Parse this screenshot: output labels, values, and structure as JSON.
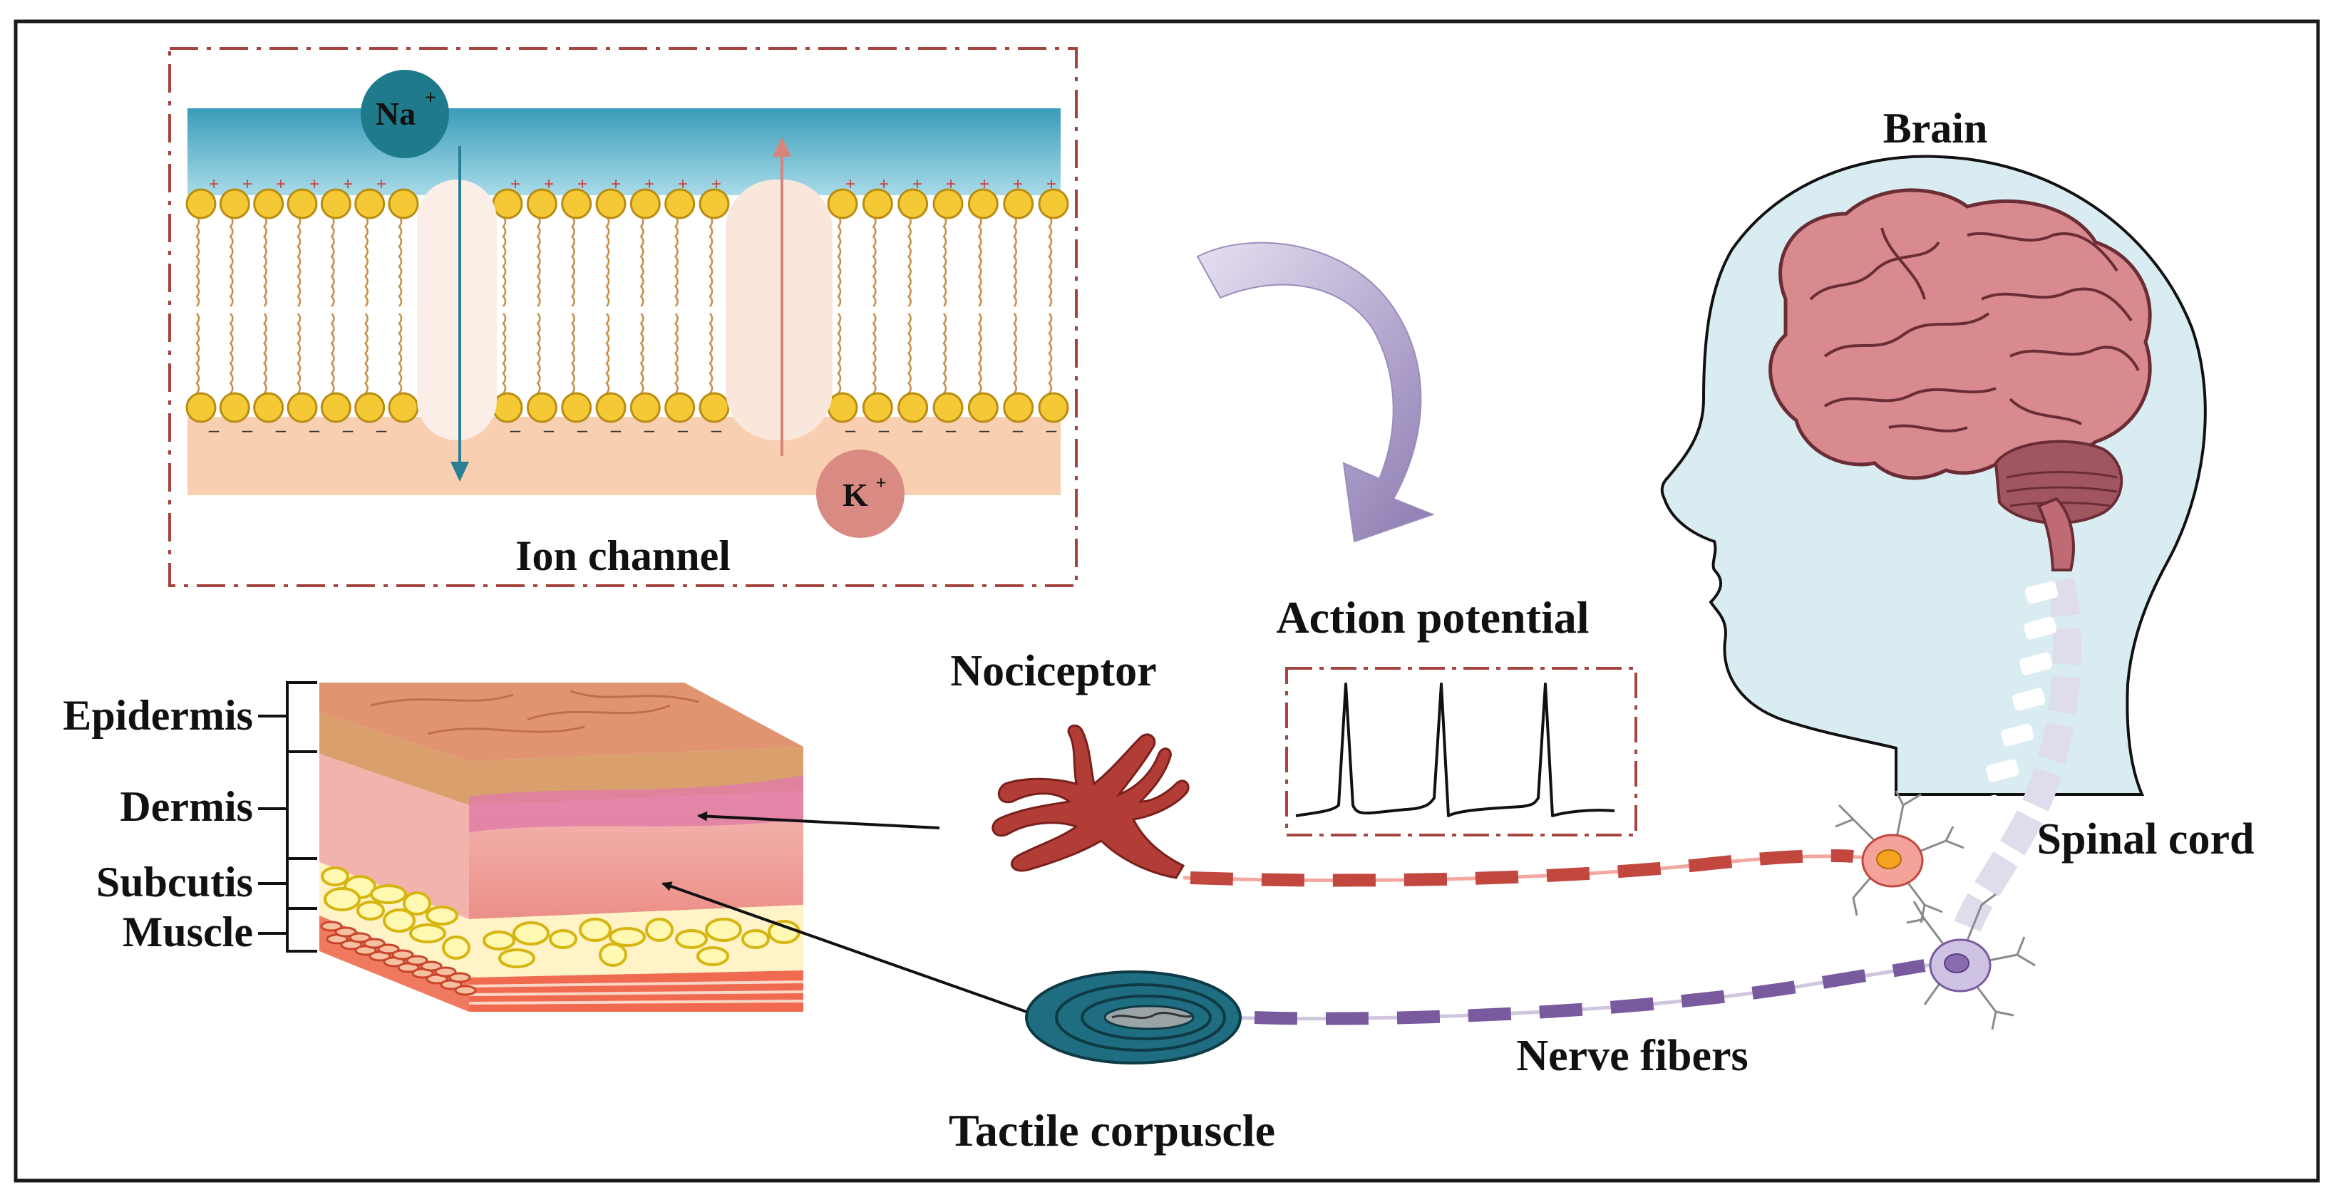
{
  "labels": {
    "ion_channel": "Ion channel",
    "na_symbol": "Na",
    "na_charge": "+",
    "k_symbol": "K",
    "k_charge": "+",
    "plus_sign": "+",
    "minus_sign": "–",
    "action_potential": "Action potential",
    "brain": "Brain",
    "spinal_cord": "Spinal cord",
    "nociceptor": "Nociceptor",
    "tactile_corpuscle": "Tactile corpuscle",
    "nerve_fibers": "Nerve fibers",
    "epidermis": "Epidermis",
    "dermis": "Dermis",
    "subcutis": "Subcutis",
    "muscle": "Muscle"
  },
  "colors": {
    "frame": "#1a1a1a",
    "dash_box": "#a5453f",
    "extracellular": "#3fa3c0",
    "intracellular": "#f8cfb0",
    "lipid_head": "#f4c935",
    "lipid_tail": "#c7904a",
    "na_ion": "#1f7a8c",
    "k_ion": "#d98a83",
    "plus_color": "#d0403a",
    "curved_arrow": "#b3a6cf",
    "head_fill": "#d9ecf2",
    "brain": "#d88a8f",
    "nociceptor": "#b23c36",
    "tactile": "#1f6d80",
    "red_fiber": "#c2473f",
    "purple_fiber": "#7a5a9e",
    "skin_top": "#e09470"
  }
}
